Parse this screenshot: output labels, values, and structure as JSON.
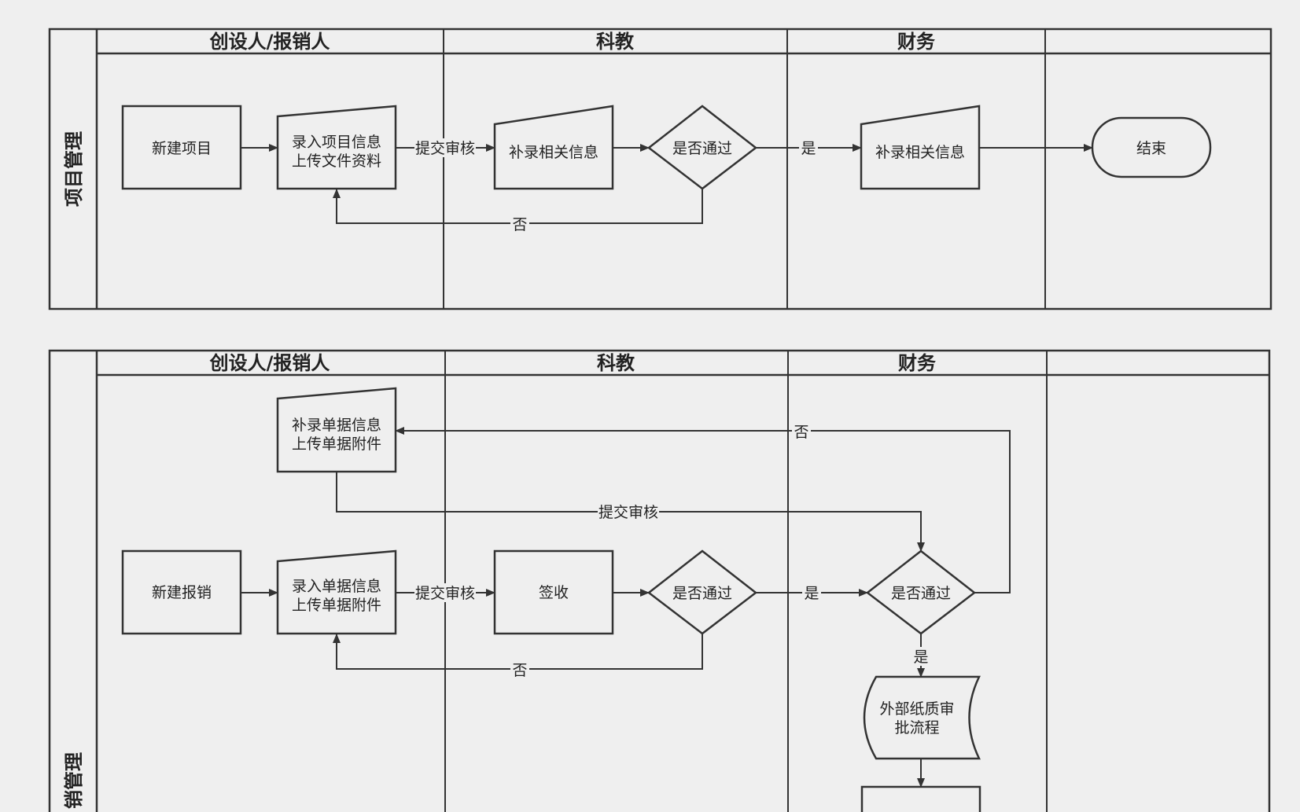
{
  "pools": [
    {
      "title": "项目管理",
      "lanes": [
        "创设人/报销人",
        "科教",
        "财务",
        ""
      ],
      "nodes": {
        "new_project": "新建项目",
        "input_project": [
          "录入项目信息",
          "上传文件资料"
        ],
        "supplement_1": "补录相关信息",
        "decision": "是否通过",
        "supplement_2": "补录相关信息",
        "end": "结束"
      },
      "edge_labels": {
        "submit": "提交审核",
        "yes": "是",
        "no": "否"
      }
    },
    {
      "title": "销管理",
      "lanes": [
        "创设人/报销人",
        "科教",
        "财务",
        ""
      ],
      "nodes": {
        "new_reimburse": "新建报销",
        "supplement_docs": [
          "补录单据信息",
          "上传单据附件"
        ],
        "input_docs": [
          "录入单据信息",
          "上传单据附件"
        ],
        "sign": "签收",
        "decision_1": "是否通过",
        "decision_2": "是否通过",
        "external": [
          "外部纸质审",
          "批流程"
        ]
      },
      "edge_labels": {
        "submit_top": "提交审核",
        "submit": "提交审核",
        "yes_1": "是",
        "yes_2": "是",
        "no_1": "否",
        "no_2": "否"
      }
    }
  ]
}
